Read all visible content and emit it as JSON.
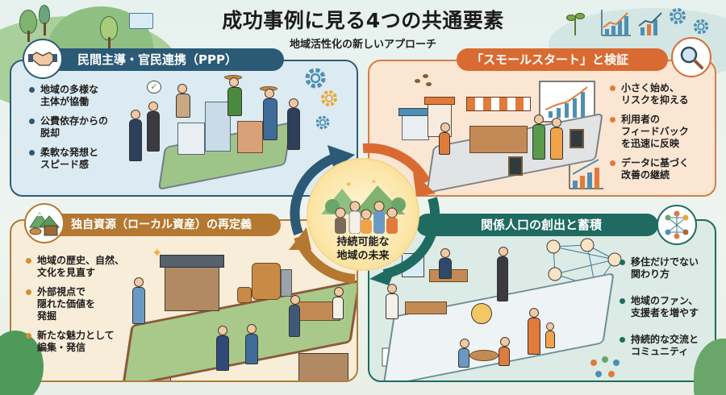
{
  "title": "成功事例に見る4つの共通要素",
  "subtitle": "地域活性化の新しいアプローチ",
  "center": {
    "line1": "持続可能な",
    "line2": "地域の未来",
    "icon": "happy-community-icon"
  },
  "colors": {
    "blue": "#2b5a76",
    "orange": "#d96b32",
    "brown": "#b47830",
    "teal": "#1f6b61"
  },
  "sections": {
    "public_private": {
      "title": "民間主導・官民連携（PPP）",
      "icon": "handshake-icon",
      "bullets": [
        "地域の多様な主体が協働",
        "公費依存からの脱却",
        "柔軟な発想とスピード感"
      ],
      "bullet_lines": [
        [
          "地域の多様な",
          "主体が協働"
        ],
        [
          "公費依存からの",
          "脱却"
        ],
        [
          "柔軟な発想と",
          "スピード感"
        ]
      ]
    },
    "small_start": {
      "title": "「スモールスタート」と検証",
      "icon": "magnifier-icon",
      "bullet_lines": [
        [
          "小さく始め、",
          "リスクを抑える"
        ],
        [
          "利用者の",
          "フィードバック",
          "を迅速に反映"
        ],
        [
          "データに基づく",
          "改善の継続"
        ]
      ]
    },
    "local_assets": {
      "title": "独自資源（ローカル資産）の再定義",
      "icon": "mountain-house-icon",
      "bullet_lines": [
        [
          "地域の歴史、自然、",
          "文化を見直す"
        ],
        [
          "外部視点で",
          "隠れた価値を",
          "発掘"
        ],
        [
          "新たな魅力として",
          "編集・発信"
        ]
      ]
    },
    "related_population": {
      "title": "関係人口の創出と蓄積",
      "icon": "network-people-icon",
      "bullet_lines": [
        [
          "移住だけでない",
          "関わり方"
        ],
        [
          "地域のファン、",
          "支援者を増やす"
        ],
        [
          "持続的な交流と",
          "コミュニティ"
        ]
      ]
    }
  }
}
